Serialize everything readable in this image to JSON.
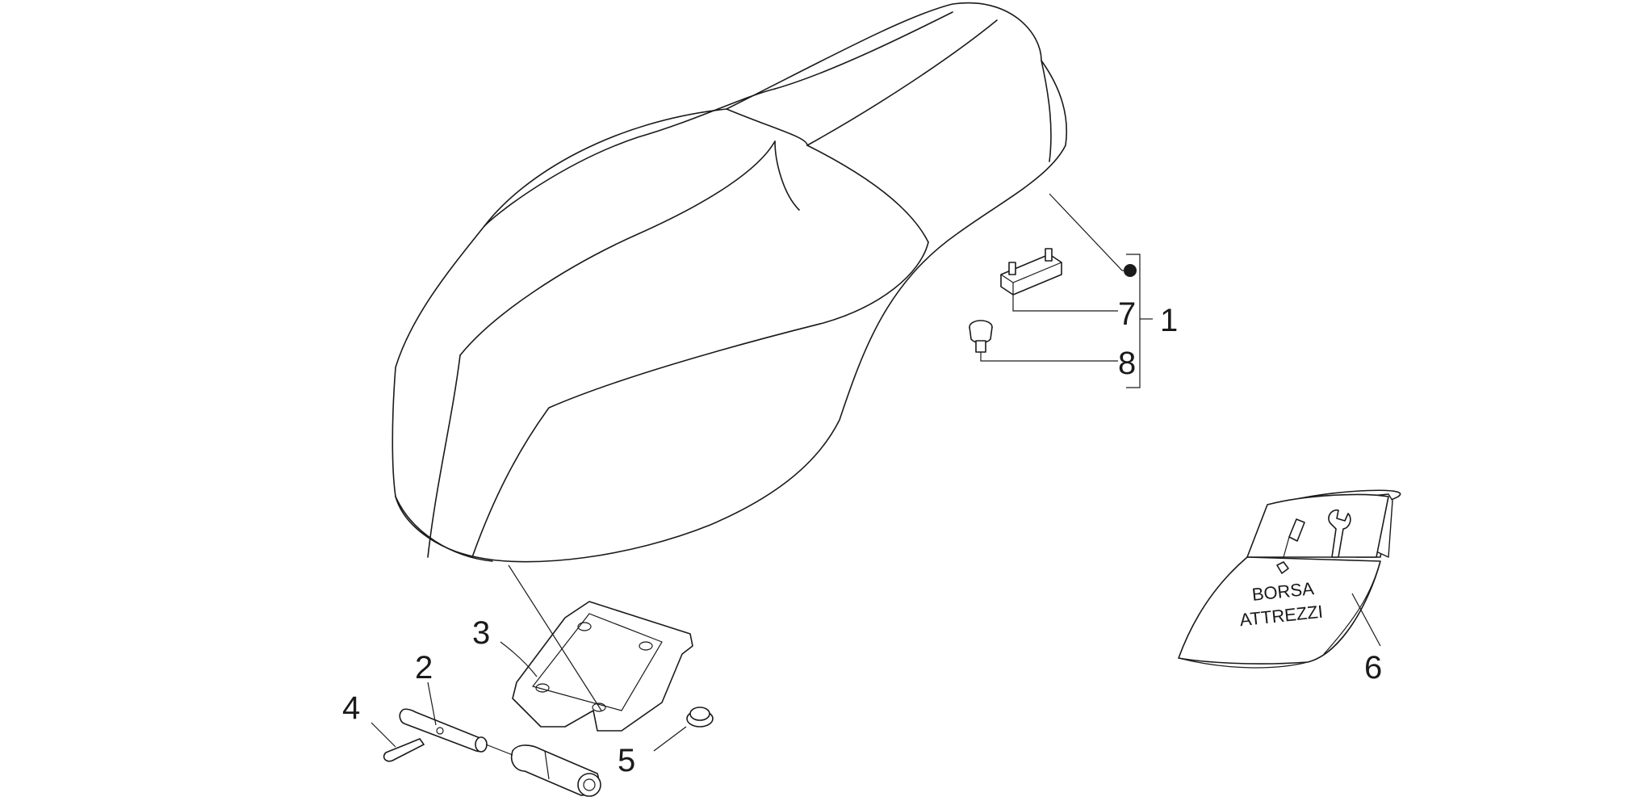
{
  "diagram": {
    "callouts": [
      {
        "id": "1",
        "label": "1"
      },
      {
        "id": "2",
        "label": "2"
      },
      {
        "id": "3",
        "label": "3"
      },
      {
        "id": "4",
        "label": "4"
      },
      {
        "id": "5",
        "label": "5"
      },
      {
        "id": "6",
        "label": "6"
      },
      {
        "id": "7",
        "label": "7"
      },
      {
        "id": "8",
        "label": "8"
      }
    ],
    "tool_bag": {
      "line1": "BORSA",
      "line2": "ATTREZZI"
    },
    "colors": {
      "line": "#1a1a1a",
      "background": "#ffffff"
    }
  }
}
